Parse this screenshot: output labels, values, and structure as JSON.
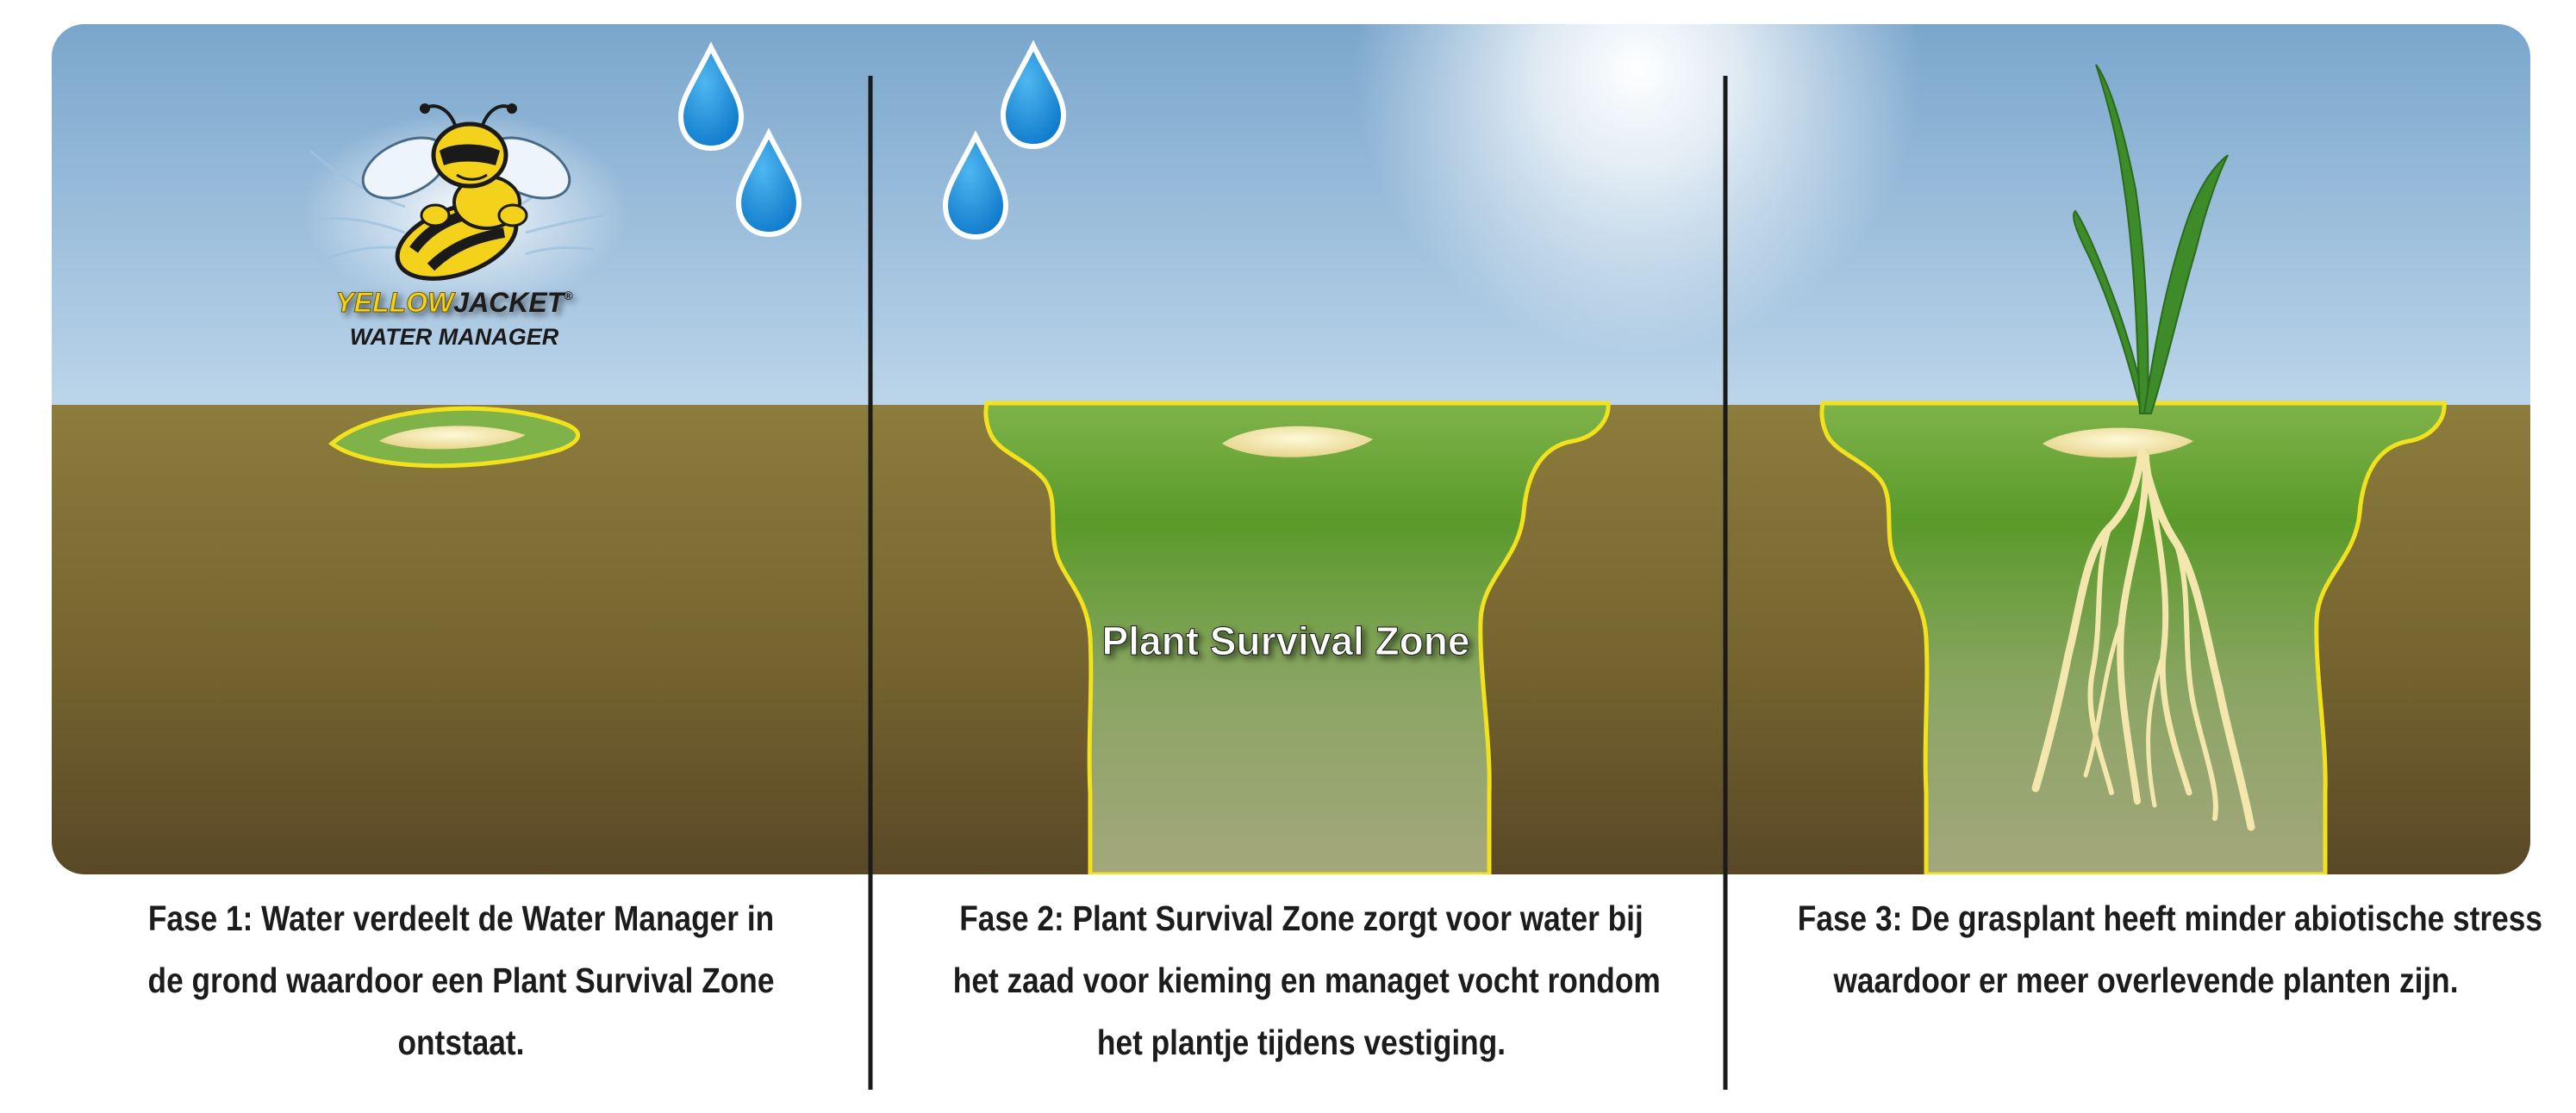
{
  "logo": {
    "brand_part1": "YELLOW",
    "brand_part2": "JACKET",
    "trademark": "®",
    "subtitle": "WATER MANAGER"
  },
  "zone_label": "Plant Survival Zone",
  "phases": [
    {
      "lines": [
        "Fase 1: Water verdeelt de Water Manager in",
        "de grond waardoor een Plant Survival Zone",
        "ontstaat."
      ]
    },
    {
      "lines": [
        "Fase 2: Plant Survival Zone zorgt voor water bij",
        "het zaad voor kieming en managet vocht rondom",
        "het plantje tijdens vestiging."
      ]
    },
    {
      "lines": [
        "Fase 3: De grasplant heeft minder abiotische stress",
        "waardoor er meer overlevende planten zijn."
      ]
    }
  ],
  "colors": {
    "sky_top": "#7aa6cc",
    "sky_bottom": "#b9d3e8",
    "soil_top": "#8a7a3c",
    "soil_bottom": "#5c4a27",
    "zone_green": "#5e9e2e",
    "zone_outline": "#f2e21e",
    "water_drop": "#1e8fd8",
    "seed": "#f4eab6",
    "divider": "#1a1a1a"
  }
}
